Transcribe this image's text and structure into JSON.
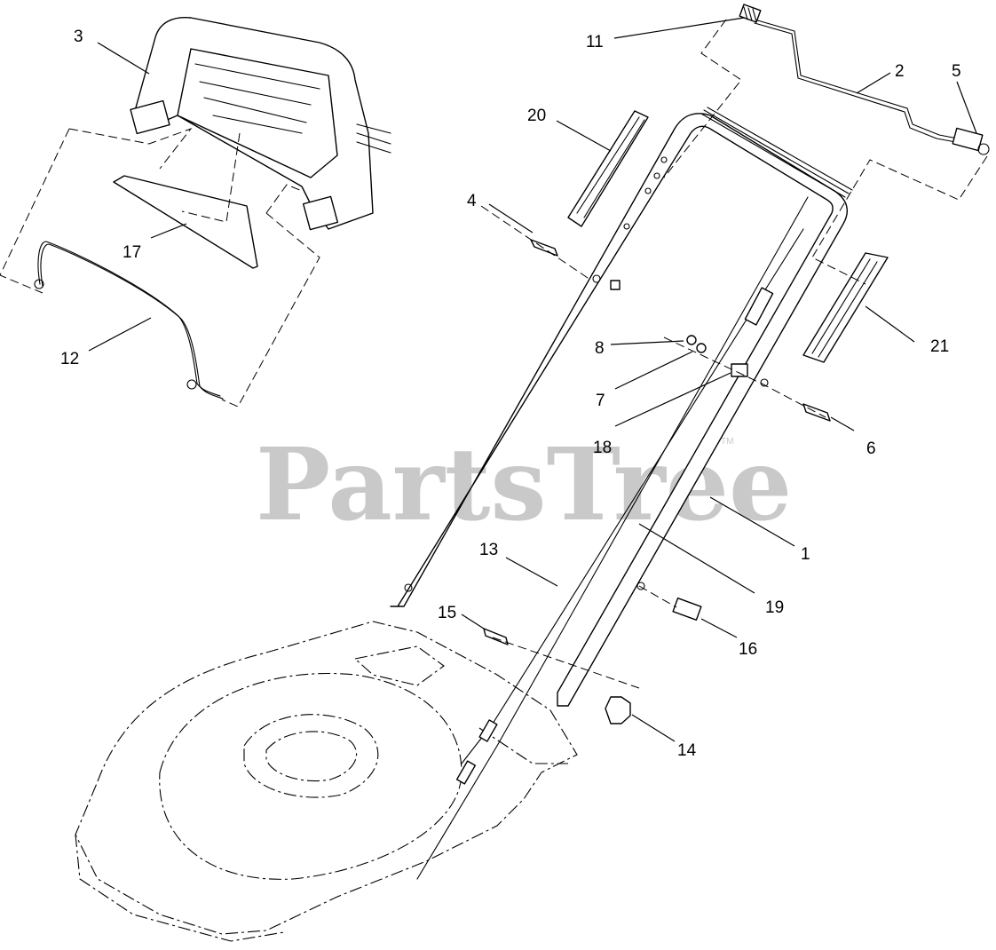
{
  "watermark": {
    "text": "PartsTree",
    "mark": "TM",
    "color": "#c9c9c9"
  },
  "callouts": {
    "c1": "1",
    "c2": "2",
    "c3": "3",
    "c4": "4",
    "c5": "5",
    "c6": "6",
    "c7": "7",
    "c8": "8",
    "c11": "11",
    "c12": "12",
    "c13": "13",
    "c14": "14",
    "c15": "15",
    "c16": "16",
    "c17": "17",
    "c18": "18",
    "c19": "19",
    "c20": "20",
    "c21": "21"
  }
}
